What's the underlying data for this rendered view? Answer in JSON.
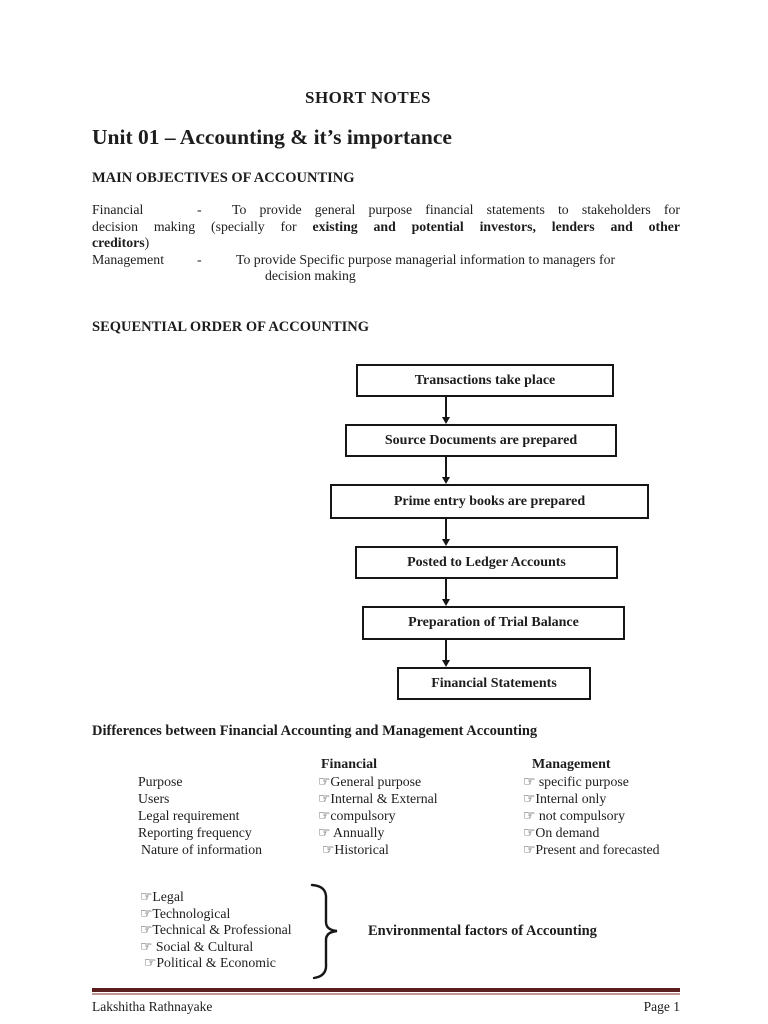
{
  "page": {
    "title": "SHORT NOTES",
    "unit_heading": "Unit 01 – Accounting & it’s importance"
  },
  "objectives": {
    "heading": "MAIN OBJECTIVES OF ACCOUNTING",
    "financial_label": "Financial",
    "dash": "-",
    "financial_line1": "To provide general purpose financial statements to stakeholders for",
    "financial_line2_normal": "decision making (specially for ",
    "financial_line2_bold": "existing and potential investors, lenders and other",
    "financial_line3_bold": "creditors",
    "financial_line3_normal": ")",
    "management_label": "Management",
    "management_line1": "To provide Specific purpose managerial information to managers for",
    "management_line2": "decision making"
  },
  "flowchart": {
    "heading": "SEQUENTIAL ORDER OF ACCOUNTING",
    "steps": [
      "Transactions take place",
      "Source Documents are prepared",
      "Prime entry books are prepared",
      "Posted to Ledger Accounts",
      "Preparation of Trial Balance",
      "Financial Statements"
    ]
  },
  "differences": {
    "heading": "Differences between Financial Accounting and Management Accounting",
    "col_financial": "Financial",
    "col_management": "Management",
    "rows": [
      [
        "Purpose",
        "☞General purpose",
        "☞ specific purpose"
      ],
      [
        "Users",
        "☞Internal & External",
        "☞Internal only"
      ],
      [
        "Legal requirement",
        "☞compulsory",
        "☞ not compulsory"
      ],
      [
        "Reporting frequency",
        "☞ Annually",
        "☞On demand"
      ],
      [
        "Nature of information",
        "☞Historical",
        "☞Present and forecasted"
      ]
    ]
  },
  "environment": {
    "items": [
      "☞Legal",
      "☞Technological",
      "☞Technical & Professional",
      "☞ Social & Cultural",
      "☞Political & Economic"
    ],
    "label": "Environmental factors of Accounting"
  },
  "footer": {
    "author": "Lakshitha Rathnayake",
    "page_number": "Page 1"
  },
  "colors": {
    "text": "#1d1d1d",
    "box_border": "#161616",
    "footer_rule_dark": "#5a1e1e",
    "footer_rule_light": "#bf9595"
  }
}
